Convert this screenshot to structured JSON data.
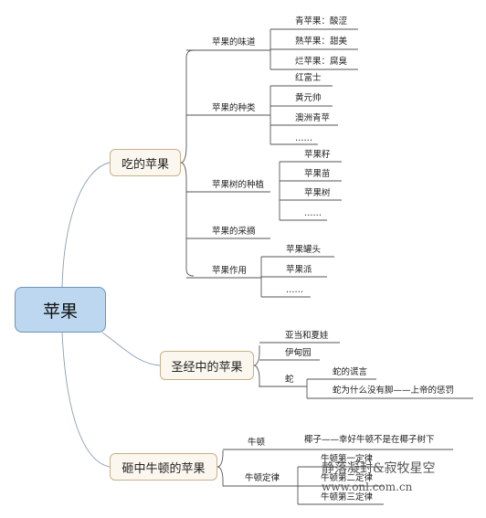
{
  "root": {
    "label": "苹果"
  },
  "branches": [
    {
      "label": "吃的苹果",
      "children": [
        {
          "label": "苹果的味道",
          "children": [
            "青苹果：酸涩",
            "熟苹果：甜美",
            "烂苹果：腐臭"
          ]
        },
        {
          "label": "苹果的种类",
          "children": [
            "红富士",
            "黄元帅",
            "澳洲青苹",
            "……"
          ]
        },
        {
          "label": "苹果树的种植",
          "children": [
            "苹果籽",
            "苹果苗",
            "苹果树",
            "……"
          ]
        },
        {
          "label": "苹果的采摘",
          "children": []
        },
        {
          "label": "苹果作用",
          "children": [
            "苹果罐头",
            "苹果派",
            "……"
          ]
        }
      ]
    },
    {
      "label": "圣经中的苹果",
      "children": [
        {
          "label": "亚当和夏娃",
          "children": []
        },
        {
          "label": "伊甸园",
          "children": []
        },
        {
          "label": "蛇",
          "children": [
            "蛇的谎言",
            "蛇为什么没有脚——上帝的惩罚"
          ]
        }
      ]
    },
    {
      "label": "砸中牛顿的苹果",
      "children": [
        {
          "label": "牛顿",
          "children": [
            "椰子——幸好牛顿不是在椰子树下"
          ]
        },
        {
          "label": "牛顿定律",
          "children": [
            "牛顿第一定律",
            "牛顿第二定律",
            "牛顿第三定律"
          ]
        }
      ]
    }
  ],
  "watermark": {
    "line1": "静落凝封&寂牧星空",
    "line2": "www.onl.com.cn"
  }
}
